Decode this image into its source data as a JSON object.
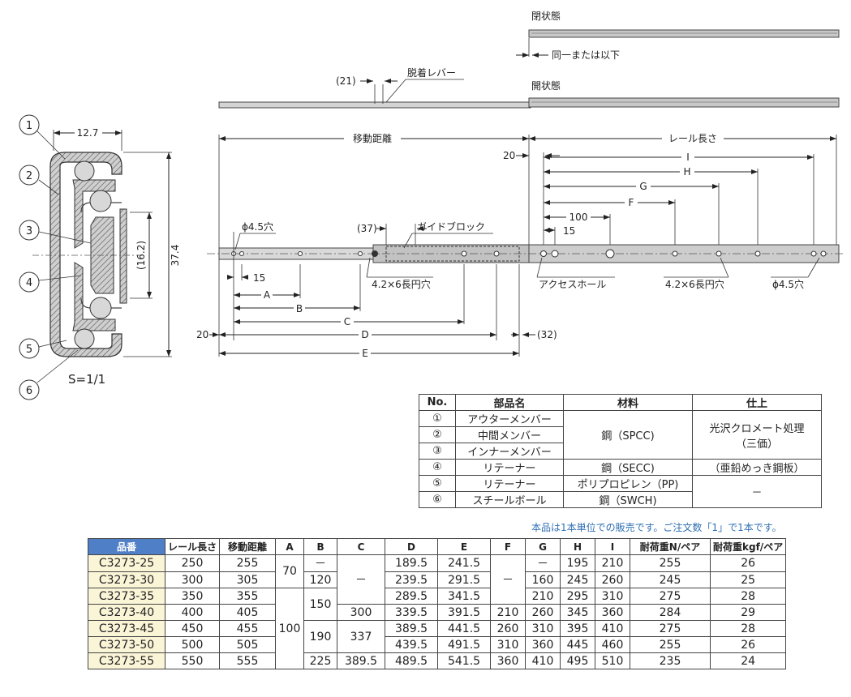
{
  "states": {
    "closed": "閉状態",
    "open": "開状態",
    "same_or_less": "同一または以下"
  },
  "dims": {
    "w127": "12.7",
    "h374": "37.4",
    "h162": "(16.2)",
    "s_ratio": "S=1/1",
    "lever": "脱着レバー",
    "d21": "(21)",
    "travel": "移動距離",
    "rail_len": "レール長さ",
    "d20": "20",
    "d20b": "20",
    "I": "I",
    "H": "H",
    "G": "G",
    "F": "F",
    "d100": "100",
    "d15": "15",
    "d15b": "15",
    "d37": "(37)",
    "guide": "ガイドブロック",
    "hole45": "ϕ4.5穴",
    "hole45r": "ϕ4.5穴",
    "slot": "4.2×6長円穴",
    "slotr": "4.2×6長円穴",
    "access": "アクセスホール",
    "A": "A",
    "B": "B",
    "C": "C",
    "D": "D",
    "E": "E",
    "d32": "(32)"
  },
  "callouts": [
    "1",
    "2",
    "3",
    "4",
    "5",
    "6"
  ],
  "parts_table": {
    "headers": [
      "No.",
      "部品名",
      "材料",
      "仕上"
    ],
    "rows": [
      {
        "no": "①",
        "name": "アウターメンバー"
      },
      {
        "no": "②",
        "name": "中間メンバー"
      },
      {
        "no": "③",
        "name": "インナーメンバー"
      },
      {
        "no": "④",
        "name": "リテーナー"
      },
      {
        "no": "⑤",
        "name": "リテーナー"
      },
      {
        "no": "⑥",
        "name": "スチールボール"
      }
    ],
    "mat_spcc": "鋼（SPCC)",
    "finish_chrome_1": "光沢クロメート処理",
    "finish_chrome_2": "（三価）",
    "mat_secc": "鋼（SECC)",
    "finish_zinc": "（亜鉛めっき鋼板）",
    "mat_pp": "ポリプロピレン（PP)",
    "finish_none": "－",
    "mat_swch": "鋼（SWCH)"
  },
  "note": "本品は1本単位での販売です。ご注文数「1」で1本です。",
  "spec_table": {
    "headers": [
      "品番",
      "レール長さ",
      "移動距離",
      "A",
      "B",
      "C",
      "D",
      "E",
      "F",
      "G",
      "H",
      "I",
      "耐荷重N/ペア",
      "耐荷重kgf/ペア"
    ],
    "rows": [
      [
        "C3273-25",
        "250",
        "255",
        "70",
        "－",
        "",
        "189.5",
        "241.5",
        "",
        "－",
        "195",
        "210",
        "255",
        "26"
      ],
      [
        "C3273-30",
        "300",
        "305",
        "",
        "120",
        "－",
        "239.5",
        "291.5",
        "－",
        "160",
        "245",
        "260",
        "245",
        "25"
      ],
      [
        "C3273-35",
        "350",
        "355",
        "100",
        "150",
        "",
        "289.5",
        "341.5",
        "",
        "210",
        "295",
        "310",
        "275",
        "28"
      ],
      [
        "C3273-40",
        "400",
        "405",
        "",
        "",
        "300",
        "339.5",
        "391.5",
        "210",
        "260",
        "345",
        "360",
        "284",
        "29"
      ],
      [
        "C3273-45",
        "450",
        "455",
        "",
        "190",
        "337",
        "389.5",
        "441.5",
        "260",
        "310",
        "395",
        "410",
        "275",
        "28"
      ],
      [
        "C3273-50",
        "500",
        "505",
        "",
        "",
        "",
        "439.5",
        "491.5",
        "310",
        "360",
        "445",
        "460",
        "255",
        "26"
      ],
      [
        "C3273-55",
        "550",
        "555",
        "",
        "225",
        "389.5",
        "489.5",
        "541.5",
        "360",
        "410",
        "495",
        "510",
        "235",
        "24"
      ]
    ]
  }
}
